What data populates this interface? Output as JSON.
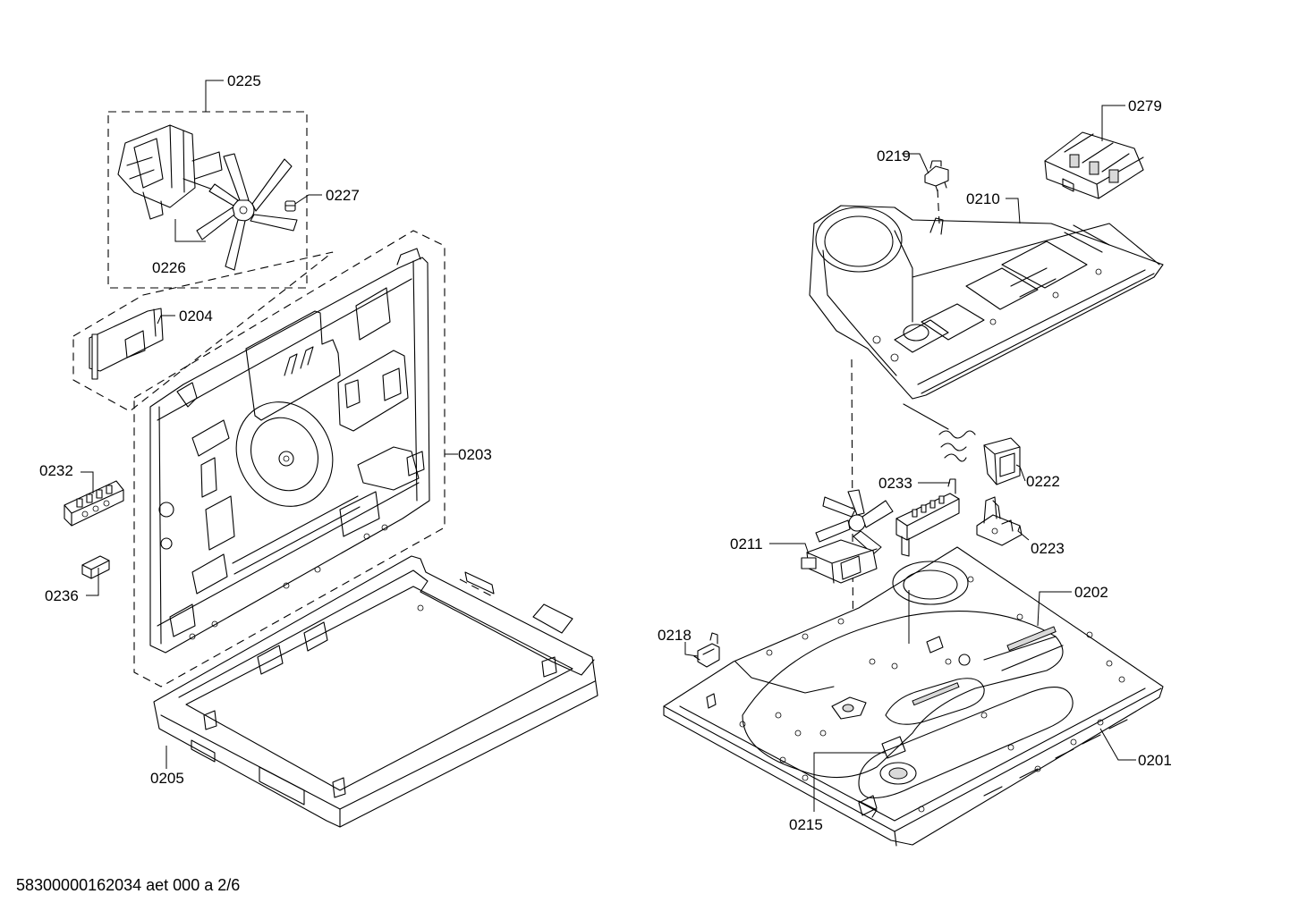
{
  "diagram": {
    "labels": [
      {
        "id": "l0225",
        "text": "0225"
      },
      {
        "id": "l0227",
        "text": "0227"
      },
      {
        "id": "l0226",
        "text": "0226"
      },
      {
        "id": "l0204",
        "text": "0204"
      },
      {
        "id": "l0203",
        "text": "0203"
      },
      {
        "id": "l0232",
        "text": "0232"
      },
      {
        "id": "l0236",
        "text": "0236"
      },
      {
        "id": "l0205",
        "text": "0205"
      },
      {
        "id": "l0279",
        "text": "0279"
      },
      {
        "id": "l0219",
        "text": "0219"
      },
      {
        "id": "l0210",
        "text": "0210"
      },
      {
        "id": "l0222",
        "text": "0222"
      },
      {
        "id": "l0233",
        "text": "0233"
      },
      {
        "id": "l0223",
        "text": "0223"
      },
      {
        "id": "l0211",
        "text": "0211"
      },
      {
        "id": "l0202",
        "text": "0202"
      },
      {
        "id": "l0218",
        "text": "0218"
      },
      {
        "id": "l0201",
        "text": "0201"
      },
      {
        "id": "l0215",
        "text": "0215"
      }
    ],
    "footer": "58300000162034 aet 000 a 2/6"
  }
}
